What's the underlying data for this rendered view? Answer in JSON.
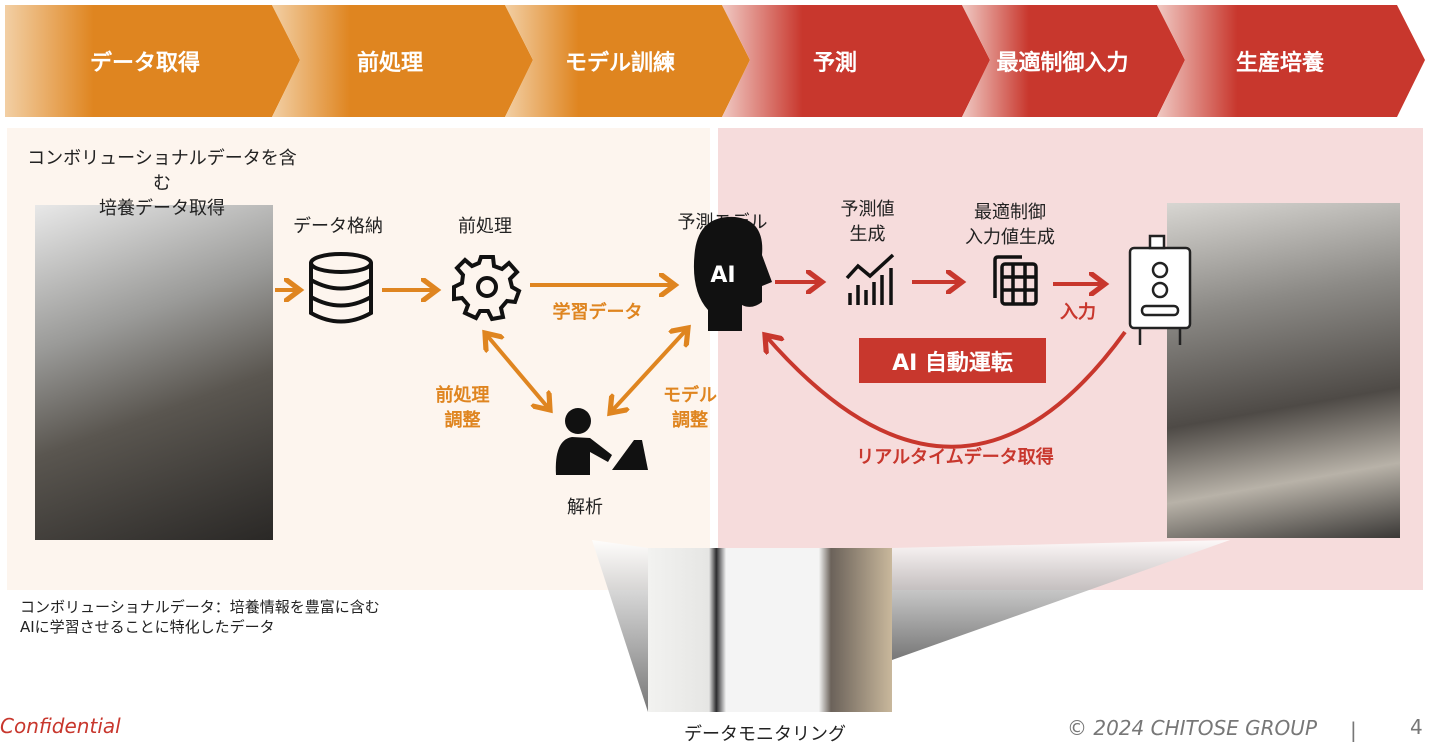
{
  "steps": [
    {
      "label": "データ取得",
      "color": "#DF8520"
    },
    {
      "label": "前処理",
      "color": "#DF8520"
    },
    {
      "label": "モデル訓練",
      "color": "#DF8520"
    },
    {
      "label": "予測",
      "color": "#C8372D"
    },
    {
      "label": "最適制御入力",
      "color": "#C8372D"
    },
    {
      "label": "生産培養",
      "color": "#C8372D"
    }
  ],
  "left": {
    "title_line1": "コンボリューショナルデータを含む",
    "title_line2": "培養データ取得",
    "storage": "データ格納",
    "preprocess": "前処理",
    "training_data": "学習データ",
    "preprocess_adjust_1": "前処理",
    "preprocess_adjust_2": "調整",
    "model_adjust_1": "モデル",
    "model_adjust_2": "調整",
    "analysis": "解析"
  },
  "right": {
    "model": "予測モデル",
    "ai_label": "AI",
    "prediction_1": "予測値",
    "prediction_2": "生成",
    "control_1": "最適制御",
    "control_2": "入力値生成",
    "input": "入力",
    "auto": "AI 自動運転",
    "realtime": "リアルタイムデータ取得"
  },
  "note_line1": "コンボリューショナルデータ：培養情報を豊富に含む",
  "note_line2": "AIに学習させることに特化したデータ",
  "monitoring": "データモニタリング",
  "footer": {
    "confidential": "Confidential",
    "copyright": "© 2024 CHITOSE GROUP",
    "separator": "|",
    "page": "4"
  }
}
